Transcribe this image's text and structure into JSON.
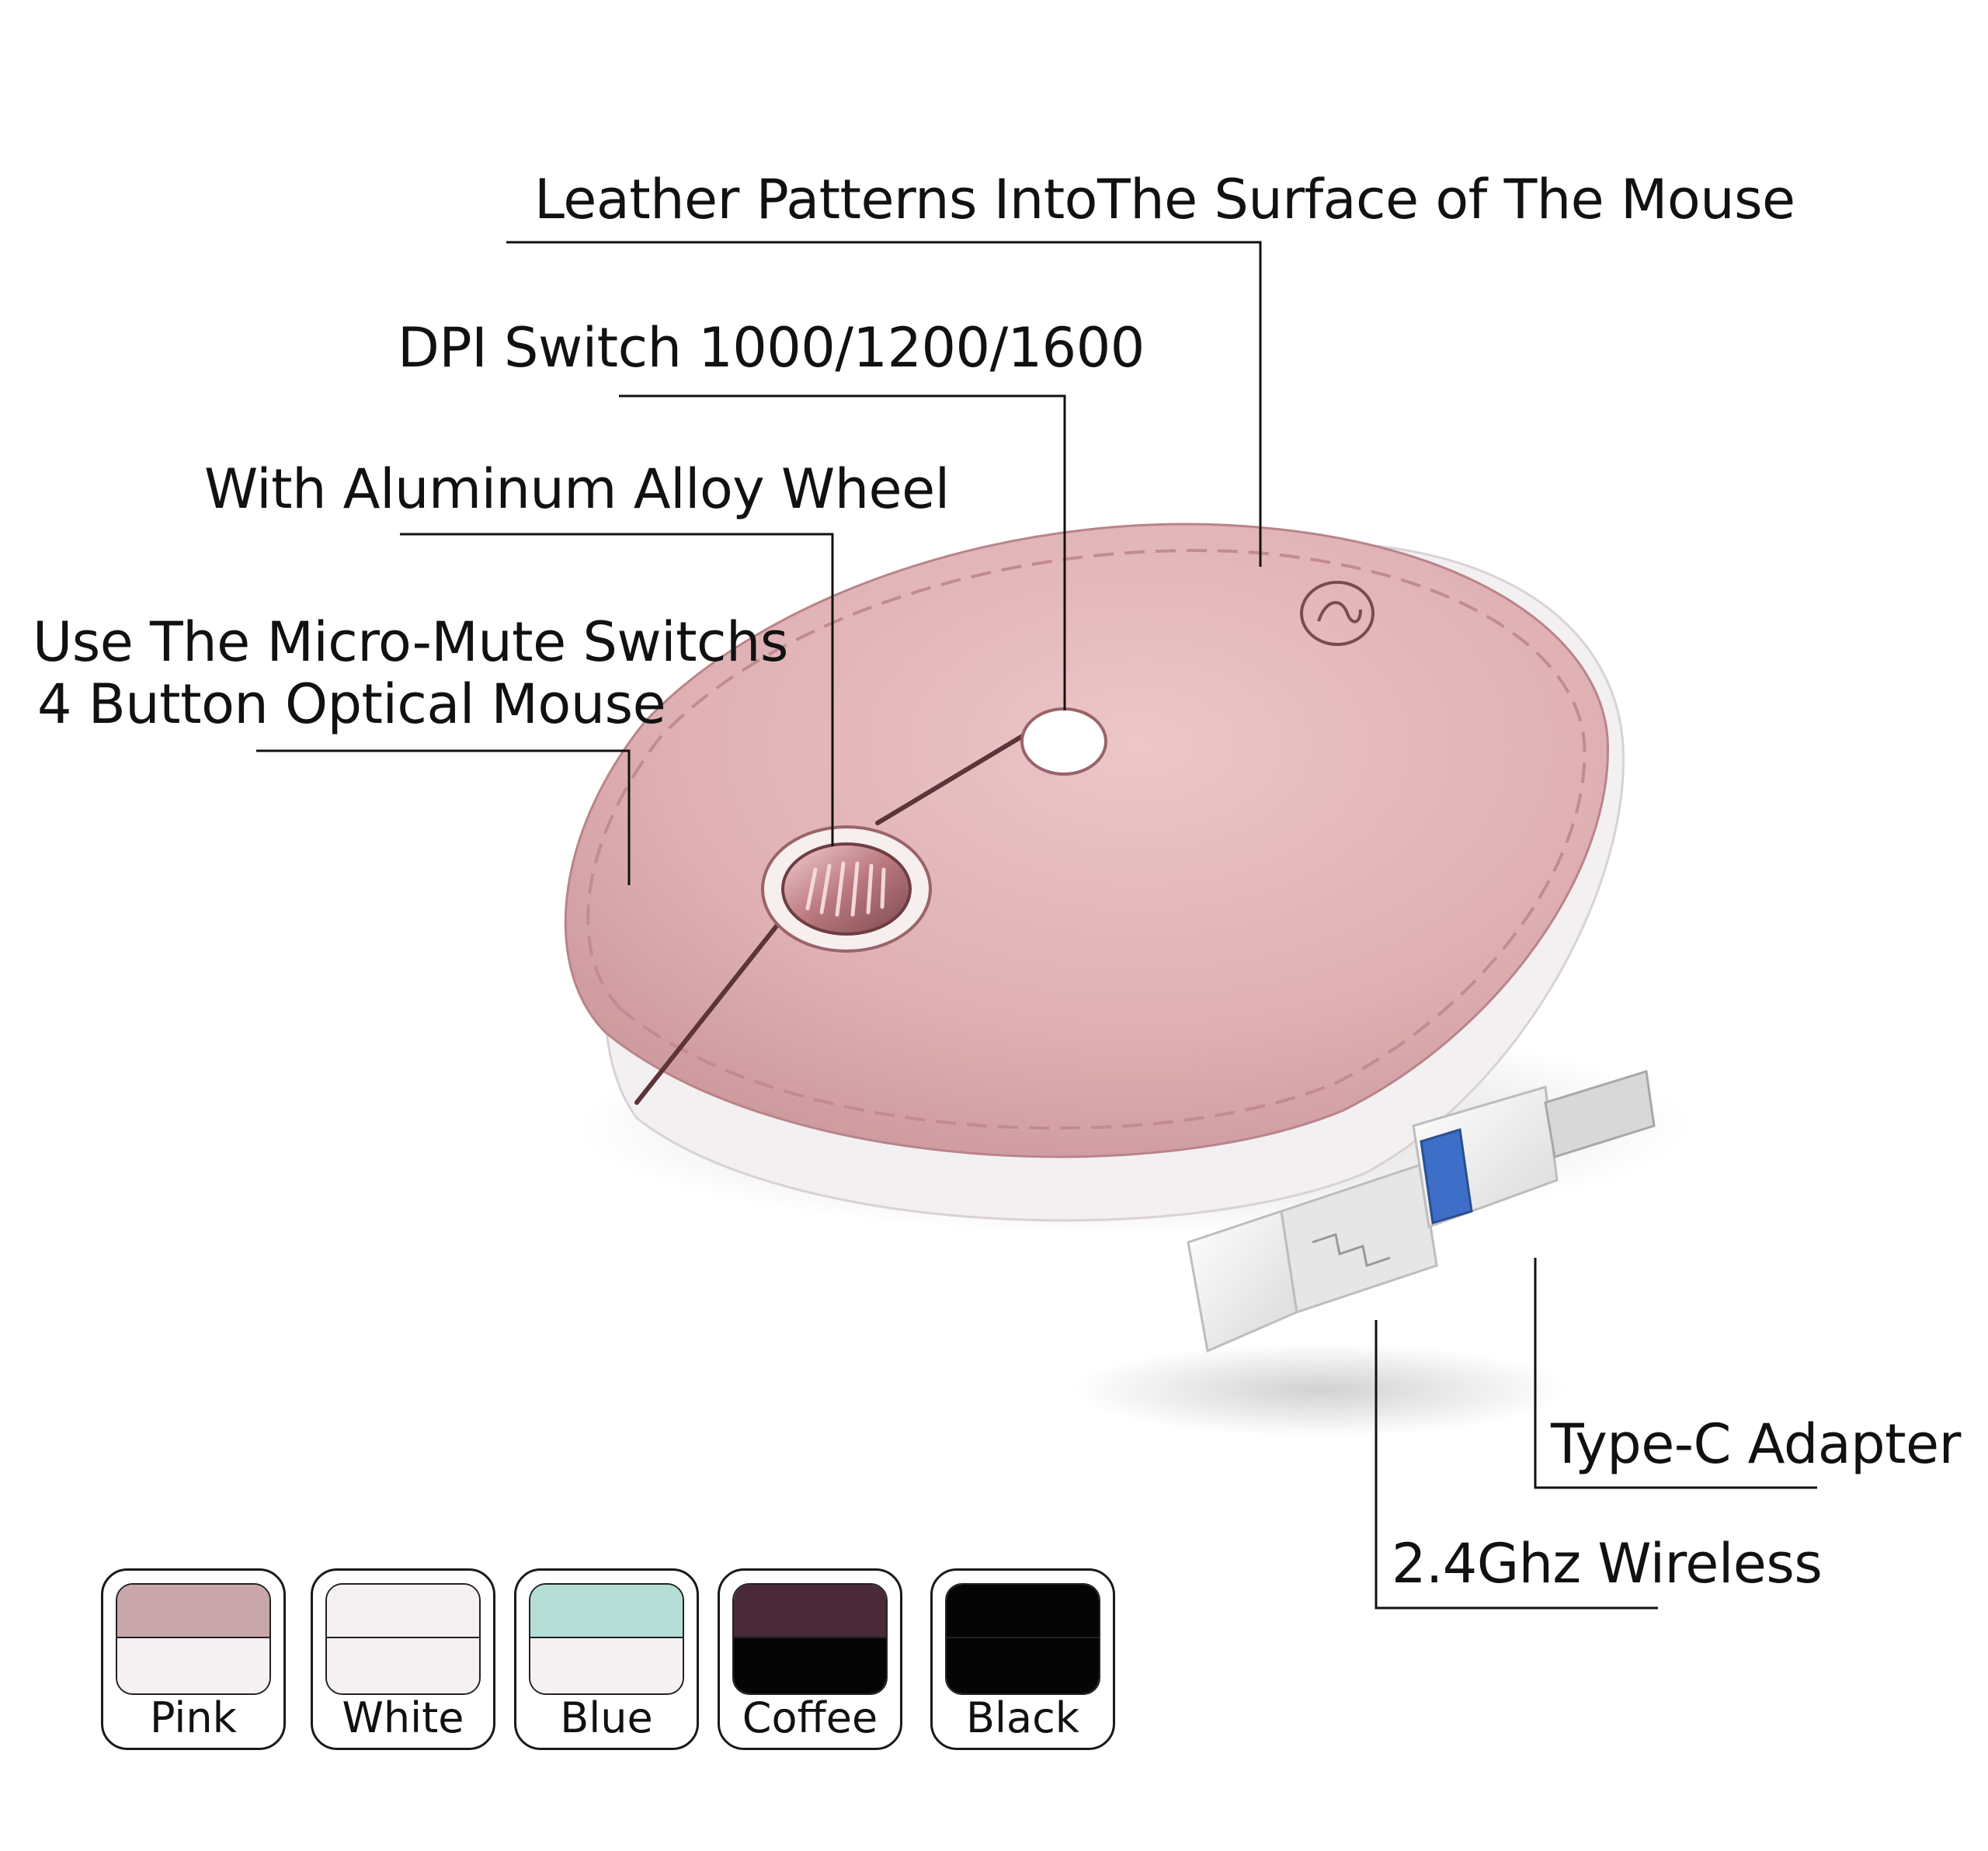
{
  "callouts": {
    "leather": "Leather Patterns IntoThe Surface of The Mouse",
    "dpi": "DPI Switch 1000/1200/1600",
    "wheel": "With Aluminum Alloy Wheel",
    "mute_line1": "Use The Micro-Mute Switchs",
    "mute_line2": "4 Button Optical Mouse",
    "typec": "Type-C Adapter",
    "wireless": "2.4Ghz Wireless"
  },
  "colors": {
    "mouse_body": "#e2b6b8",
    "mouse_base": "#f2eff0",
    "leader_line": "#111111"
  },
  "swatches": [
    {
      "label": "Pink",
      "top": "#c9a6aa",
      "bottom": "#f6f1f2"
    },
    {
      "label": "White",
      "top": "#f5f1f2",
      "bottom": "#f5f1f2"
    },
    {
      "label": "Blue",
      "top": "#b3ddd5",
      "bottom": "#f6f1f2"
    },
    {
      "label": "Coffee",
      "top": "#4a2a39",
      "bottom": "#050505"
    },
    {
      "label": "Black",
      "top": "#050505",
      "bottom": "#050505"
    }
  ]
}
